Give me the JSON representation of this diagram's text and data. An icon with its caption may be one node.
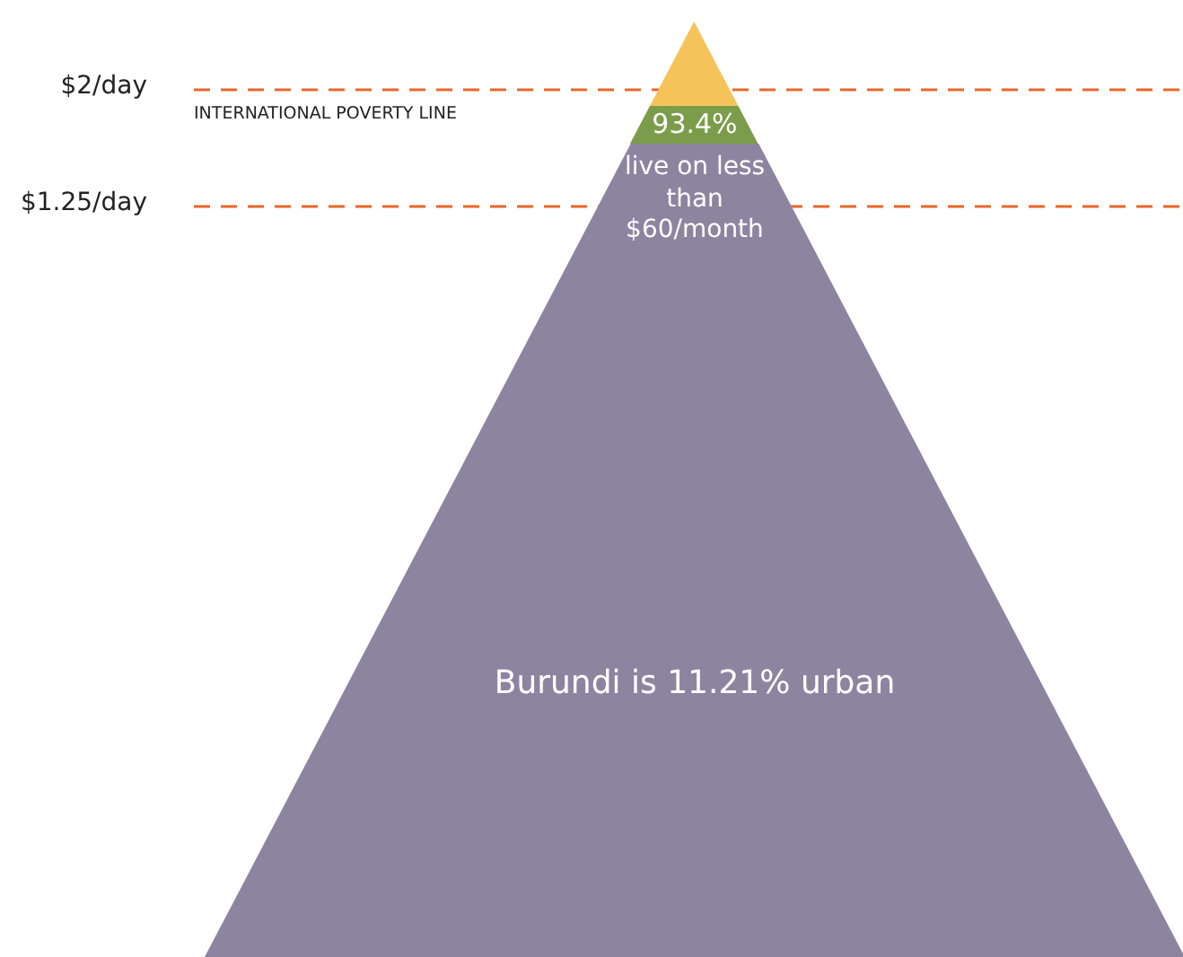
{
  "diagram": {
    "nodes": [
      {
        "text": [],
        "shape": "triangle"
      },
      {
        "text": [
          "93.4%"
        ]
      },
      {
        "text": [
          "live on less than $60/month",
          "Burundi is 11.21% urban"
        ]
      }
    ],
    "labels": [
      "$2/day",
      "INTERNATIONAL POVERTY LINE",
      "$1.25/day"
    ]
  }
}
